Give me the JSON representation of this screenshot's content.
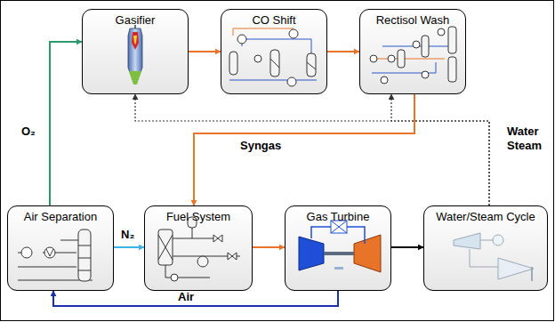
{
  "diagram": {
    "nodes": [
      {
        "text": [
          "Gasifier"
        ]
      },
      {
        "text": [
          "CO Shift"
        ]
      },
      {
        "text": [
          "Rectisol Wash"
        ]
      },
      {
        "text": [
          "Air Separation"
        ]
      },
      {
        "text": [
          "Fuel System"
        ]
      },
      {
        "text": [
          "Gas Turbine"
        ]
      },
      {
        "text": [
          "Water/Steam Cycle"
        ]
      }
    ],
    "edges": [
      {
        "from": 3,
        "to": 0,
        "label": "O₂",
        "arrow": "to"
      },
      {
        "from": 0,
        "to": 1,
        "arrow": "to"
      },
      {
        "from": 1,
        "to": 2,
        "arrow": "to"
      },
      {
        "from": 2,
        "to": 4,
        "label": "Syngas",
        "arrow": "to"
      },
      {
        "from": 3,
        "to": 4,
        "label": "N₂",
        "arrow": "to"
      },
      {
        "from": 4,
        "to": 5,
        "arrow": "to"
      },
      {
        "from": 5,
        "to": 6,
        "arrow": "to"
      },
      {
        "from": 5,
        "to": 3,
        "label": "Air",
        "arrow": "to"
      },
      {
        "from": 6,
        "to": 0,
        "arrow": "to"
      },
      {
        "from": 6,
        "to": 2,
        "arrow": "to"
      }
    ],
    "labels": [
      "Water Steam"
    ]
  }
}
